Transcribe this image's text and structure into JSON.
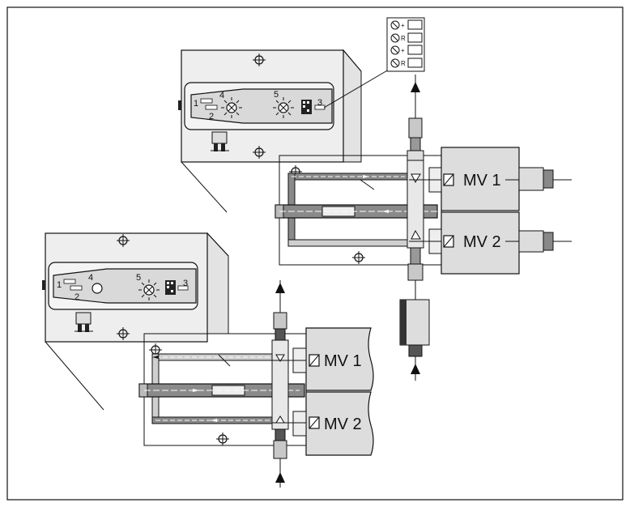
{
  "upper_unit": {
    "valve_labels": [
      "MV 1",
      "MV 2"
    ],
    "panel_numbers": [
      "1",
      "2",
      "4",
      "5",
      "3"
    ]
  },
  "lower_unit": {
    "valve_labels": [
      "MV 1",
      "MV 2"
    ],
    "panel_numbers": [
      "1",
      "2",
      "4",
      "5",
      "3"
    ]
  },
  "terminal_block": {
    "rows": [
      "+",
      "R",
      "+",
      "R"
    ]
  },
  "colors": {
    "line": "#111111",
    "housing": "#eeeeee",
    "panel": "#d9d9d9",
    "valve_block": "#dddddd",
    "pipe_dark": "#8a8a8a",
    "pipe_light": "#cfcfcf"
  },
  "icons": [
    "crosshair-icon",
    "led-icon",
    "flow-arrow-icon",
    "solenoid-icon",
    "dip-switch-icon",
    "screw-terminal-icon"
  ]
}
